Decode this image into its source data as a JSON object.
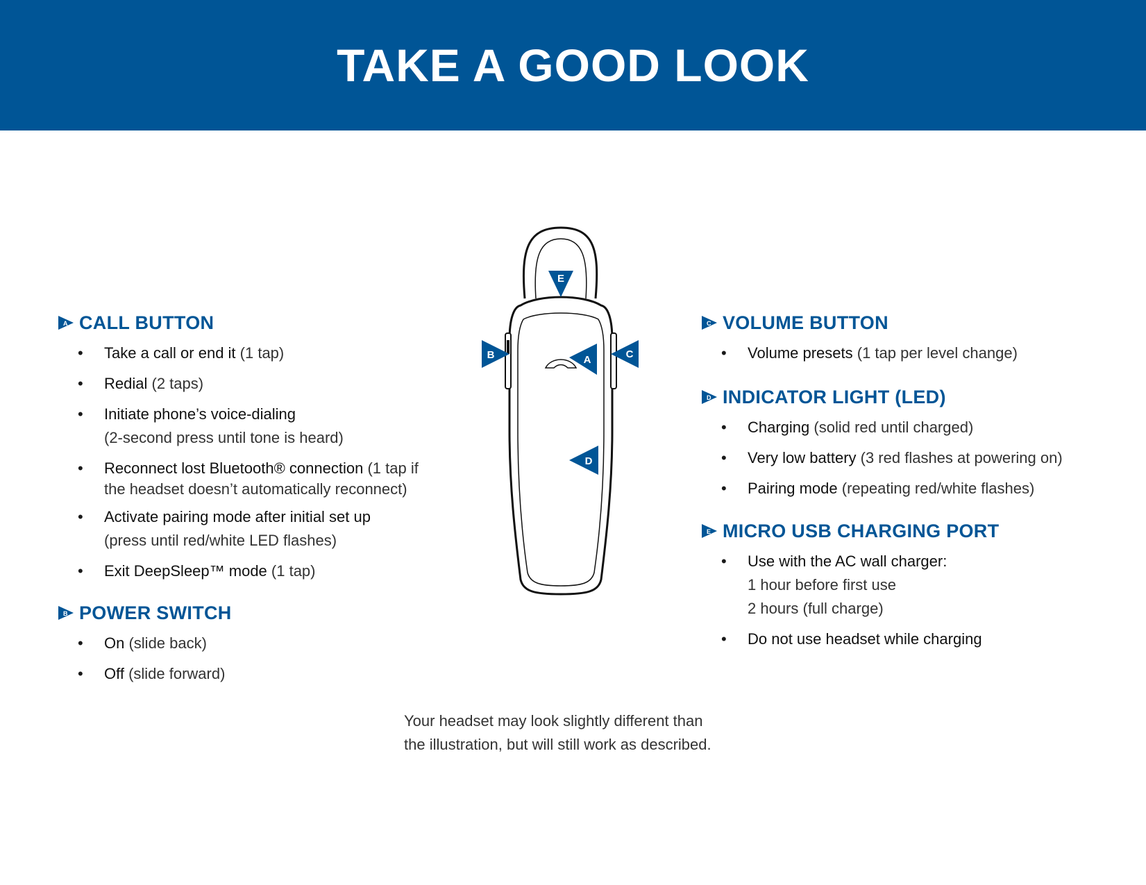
{
  "page": {
    "title": "TAKE A GOOD LOOK"
  },
  "colors": {
    "brand_blue": "#005596",
    "text": "#1a1a1a"
  },
  "sections": {
    "call_button": {
      "marker": "A",
      "title": "CALL BUTTON",
      "items": [
        {
          "label": "Take a call or end it",
          "desc": " (1 tap)"
        },
        {
          "label": "Redial",
          "desc": " (2 taps)"
        },
        {
          "label": "Initiate phone’s voice-dialing",
          "desc": "",
          "sub": "(2-second press until tone is heard)"
        },
        {
          "label": "Reconnect lost Bluetooth® connection",
          "desc": " (1 tap if",
          "sub": "the headset doesn’t automatically reconnect)"
        },
        {
          "label": "Activate pairing mode after initial set up",
          "desc": "",
          "sub": "(press until red/white LED flashes)"
        },
        {
          "label": "Exit DeepSleep™ mode",
          "desc": " (1 tap)"
        }
      ]
    },
    "power_switch": {
      "marker": "B",
      "title": "POWER SWITCH",
      "items": [
        {
          "label": "On",
          "desc": " (slide back)"
        },
        {
          "label": "Off",
          "desc": " (slide forward)"
        }
      ]
    },
    "volume_button": {
      "marker": "C",
      "title": "VOLUME BUTTON",
      "items": [
        {
          "label": "Volume presets",
          "desc": " (1 tap per level change)"
        }
      ]
    },
    "indicator_light": {
      "marker": "D",
      "title": "INDICATOR LIGHT (LED)",
      "items": [
        {
          "label": "Charging",
          "desc": " (solid red until charged)"
        },
        {
          "label": "Very low battery",
          "desc": " (3 red flashes at powering on)"
        },
        {
          "label": "Pairing mode",
          "desc": " (repeating red/white flashes)"
        }
      ]
    },
    "usb_port": {
      "marker": "E",
      "title": "MICRO USB CHARGING PORT",
      "items": [
        {
          "label": "Use with the AC wall charger:",
          "desc": "",
          "sub": "1 hour before first use",
          "sub2": "2 hours (full charge)"
        },
        {
          "label": "Do not use headset while charging",
          "desc": ""
        }
      ]
    }
  },
  "diagram": {
    "callouts": {
      "a": "A",
      "b": "B",
      "c": "C",
      "d": "D",
      "e": "E"
    }
  },
  "caption": {
    "line1": "Your headset may look slightly different than",
    "line2": "the illustration,  but will still work as described."
  }
}
